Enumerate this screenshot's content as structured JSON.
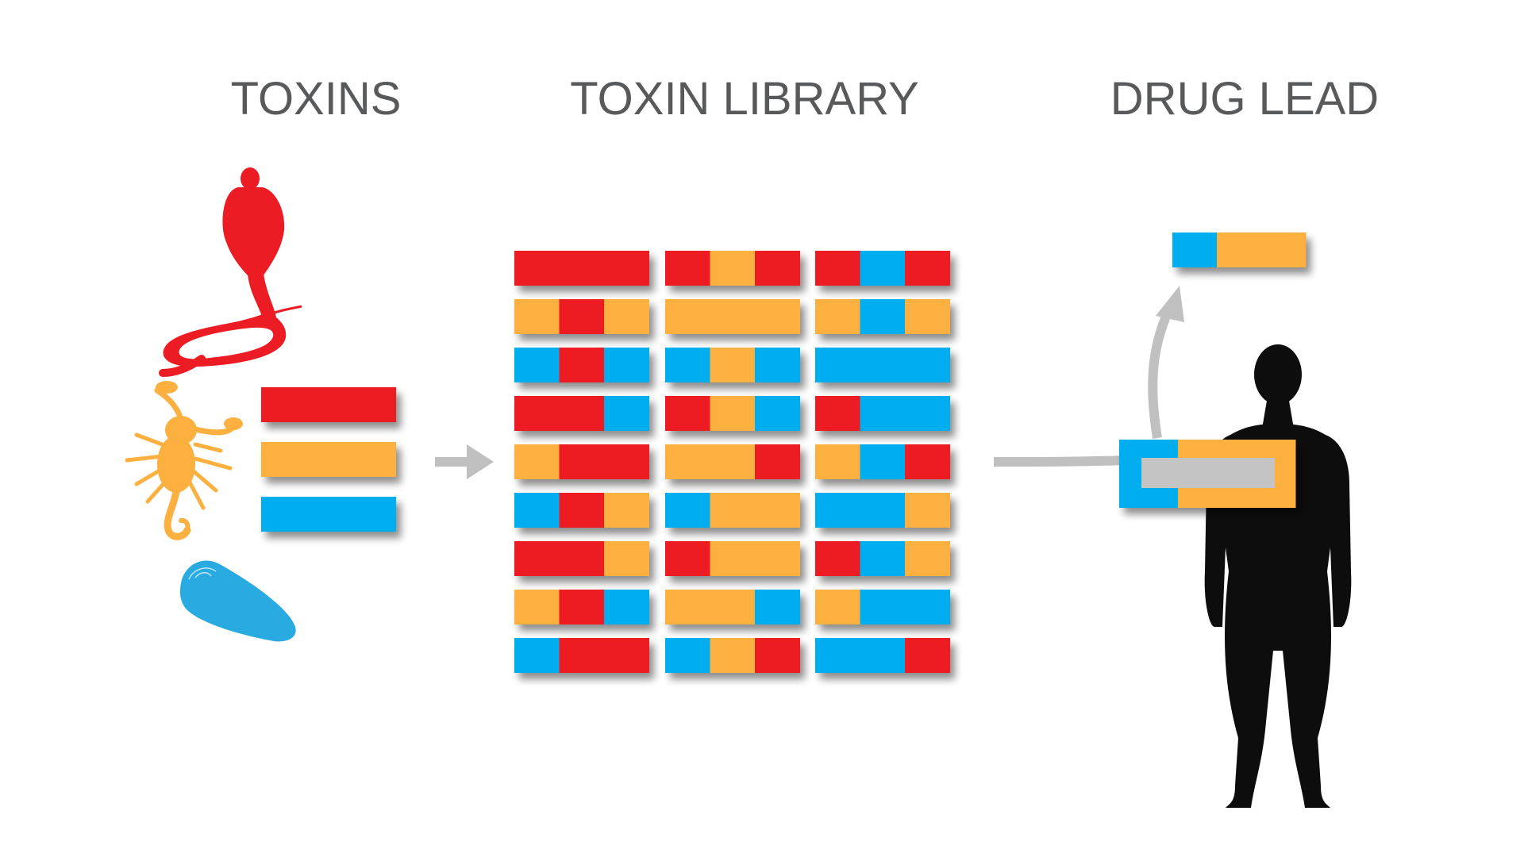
{
  "stages": [
    {
      "id": "toxins",
      "title": "TOXINS"
    },
    {
      "id": "library",
      "title": "TOXIN LIBRARY"
    },
    {
      "id": "lead",
      "title": "DRUG LEAD"
    }
  ],
  "colors": {
    "red": "#ec1c24",
    "orange": "#fbb040",
    "blue": "#00aeef",
    "arrow": "#c0c0c0",
    "silhouette": "#0d0d0d",
    "title": "#58595b"
  },
  "icons": {
    "cobra": "cobra-icon",
    "scorpion": "scorpion-icon",
    "cone_snail": "cone-snail-icon",
    "human": "human-silhouette-icon"
  },
  "source_toxins": [
    [
      "red",
      "red",
      "red"
    ],
    [
      "orange",
      "orange",
      "orange"
    ],
    [
      "blue",
      "blue",
      "blue"
    ]
  ],
  "library": [
    [
      [
        "red",
        "red",
        "red"
      ],
      [
        "red",
        "orange",
        "red"
      ],
      [
        "red",
        "blue",
        "red"
      ]
    ],
    [
      [
        "orange",
        "red",
        "orange"
      ],
      [
        "orange",
        "orange",
        "orange"
      ],
      [
        "orange",
        "blue",
        "orange"
      ]
    ],
    [
      [
        "blue",
        "red",
        "blue"
      ],
      [
        "blue",
        "orange",
        "blue"
      ],
      [
        "blue",
        "blue",
        "blue"
      ]
    ],
    [
      [
        "red",
        "red",
        "blue"
      ],
      [
        "red",
        "orange",
        "blue"
      ],
      [
        "red",
        "blue",
        "blue"
      ]
    ],
    [
      [
        "orange",
        "red",
        "red"
      ],
      [
        "orange",
        "orange",
        "red"
      ],
      [
        "orange",
        "blue",
        "red"
      ]
    ],
    [
      [
        "blue",
        "red",
        "orange"
      ],
      [
        "blue",
        "orange",
        "orange"
      ],
      [
        "blue",
        "blue",
        "orange"
      ]
    ],
    [
      [
        "red",
        "red",
        "orange"
      ],
      [
        "red",
        "orange",
        "orange"
      ],
      [
        "red",
        "blue",
        "orange"
      ]
    ],
    [
      [
        "orange",
        "red",
        "blue"
      ],
      [
        "orange",
        "orange",
        "blue"
      ],
      [
        "orange",
        "blue",
        "blue"
      ]
    ],
    [
      [
        "blue",
        "red",
        "red"
      ],
      [
        "blue",
        "orange",
        "red"
      ],
      [
        "blue",
        "blue",
        "red"
      ]
    ]
  ],
  "drug_lead": [
    "blue",
    "orange",
    "orange"
  ],
  "bound_toxin": [
    "blue",
    "orange",
    "orange"
  ]
}
